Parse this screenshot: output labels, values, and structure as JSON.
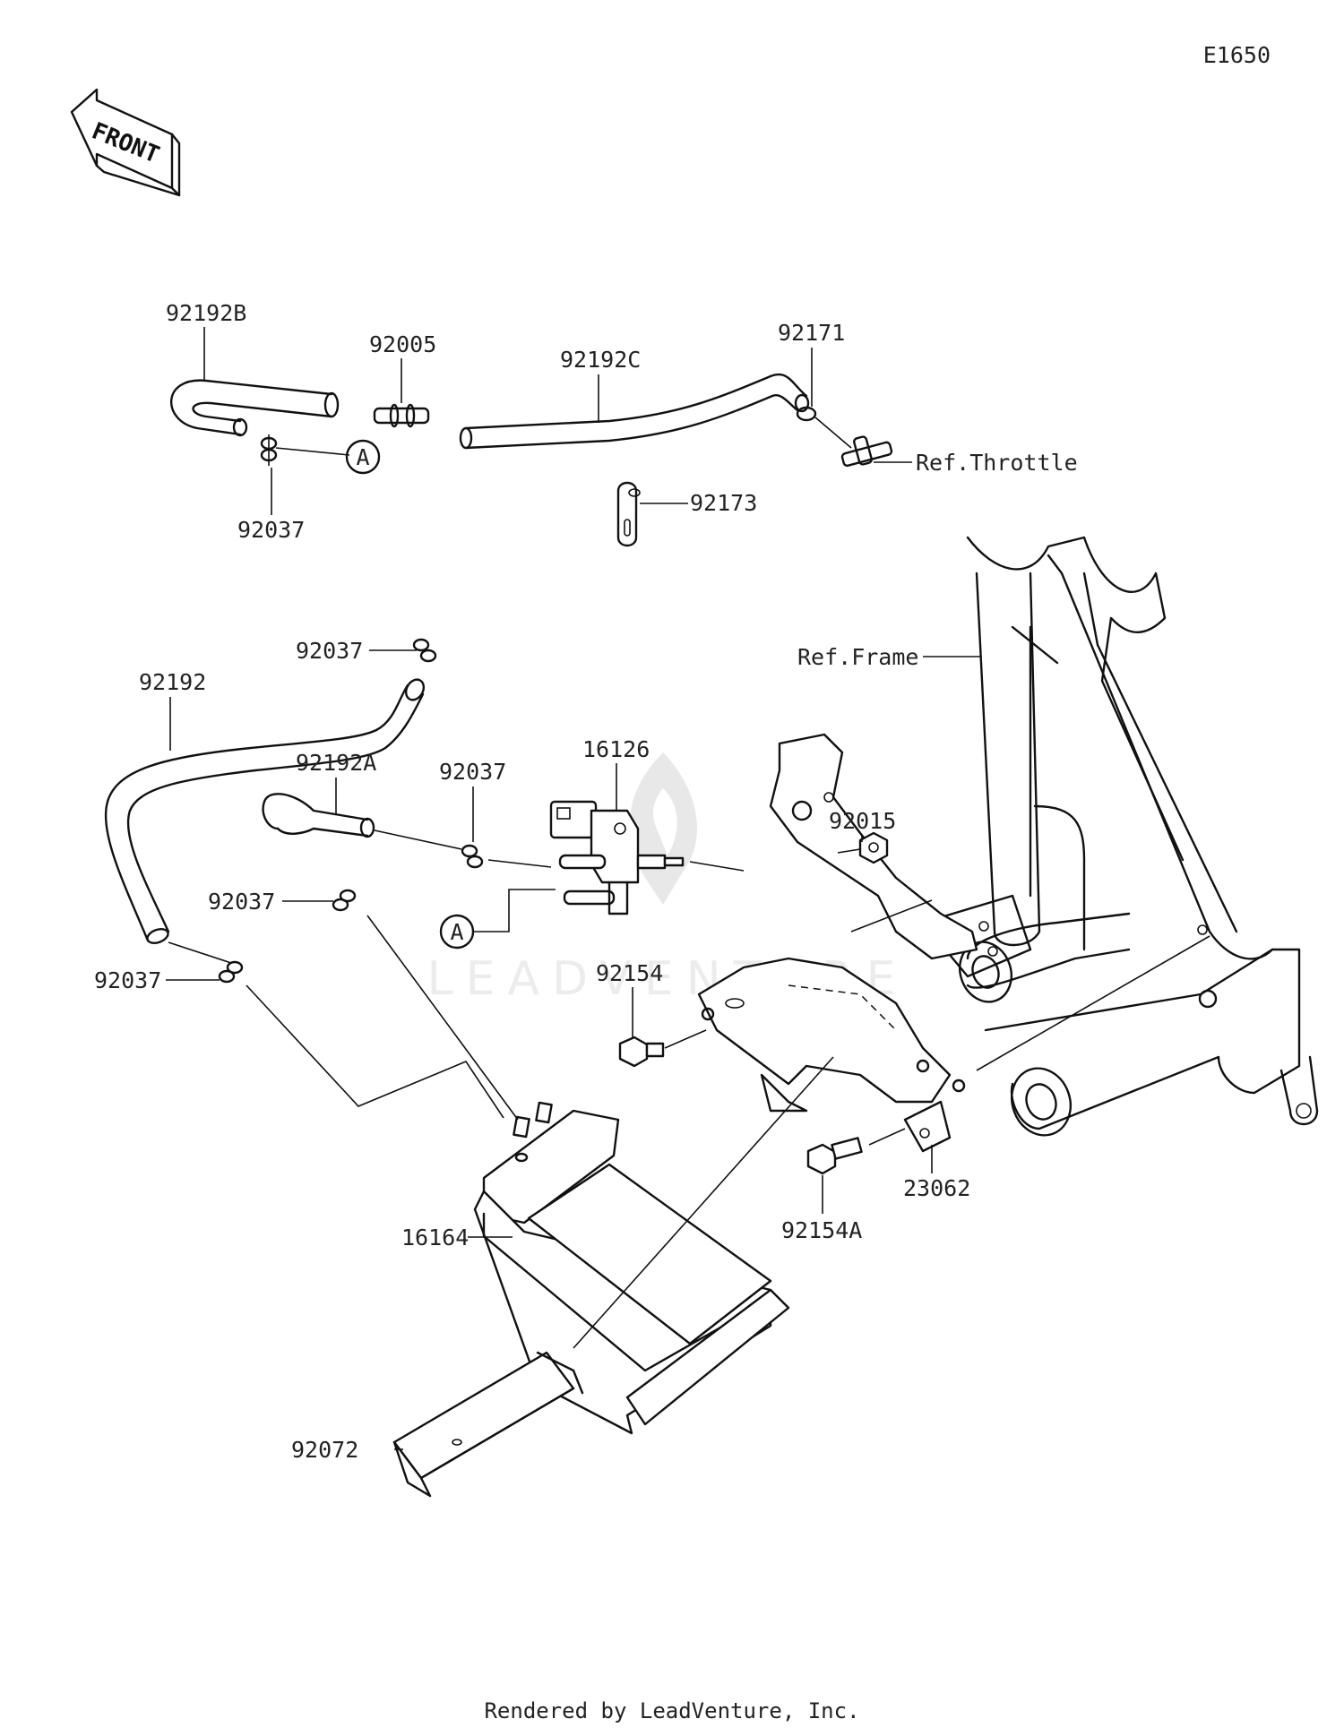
{
  "diagram": {
    "code": "E1650",
    "front_label": "FRONT",
    "footer": "Rendered by LeadVenture, Inc.",
    "watermark": "LEADVENTURE",
    "refs": {
      "throttle": "Ref.Throttle",
      "frame": "Ref.Frame"
    },
    "parts": {
      "p92192B": "92192B",
      "p92005": "92005",
      "p92192C": "92192C",
      "p92171": "92171",
      "p92037_top": "92037",
      "p92173": "92173",
      "p92037_a": "92037",
      "p92192": "92192",
      "p92192A": "92192A",
      "p92037_b": "92037",
      "p16126": "16126",
      "p92015": "92015",
      "p92037_c": "92037",
      "p92037_d": "92037",
      "p92154": "92154",
      "p16164": "16164",
      "p92154A": "92154A",
      "p23062": "23062",
      "p92072": "92072"
    },
    "callouts": {
      "a_top": "A",
      "a_mid": "A"
    }
  }
}
